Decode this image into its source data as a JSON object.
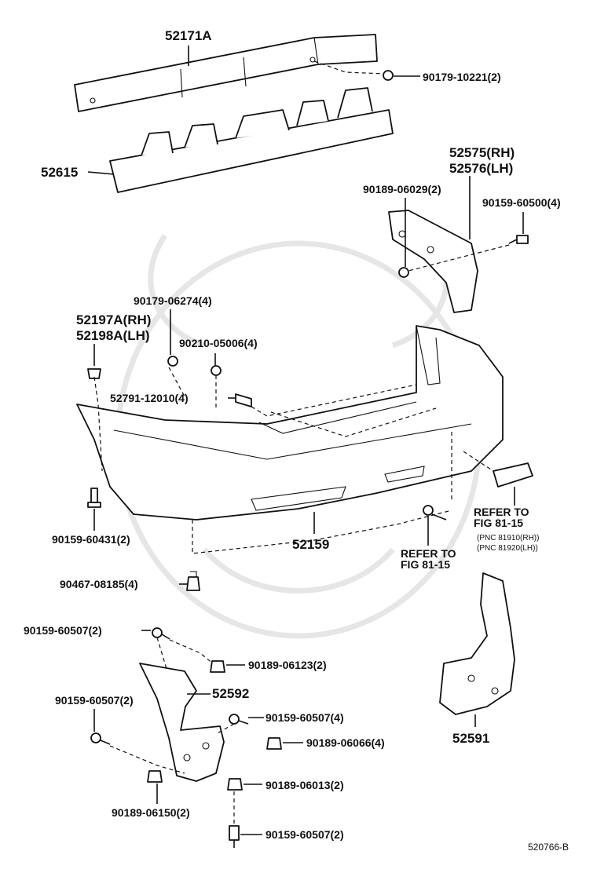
{
  "labels": {
    "p52171A": "52171A",
    "p90179_10221": "90179-10221(2)",
    "p52615": "52615",
    "p52575": "52575(RH)",
    "p52576": "52576(LH)",
    "p90189_06029": "90189-06029(2)",
    "p90159_60500": "90159-60500(4)",
    "p90179_06274": "90179-06274(4)",
    "p52197A": "52197A(RH)",
    "p52198A": "52198A(LH)",
    "p90210_05006": "90210-05006(4)",
    "p52791_12010": "52791-12010(4)",
    "p90159_60431": "90159-60431(2)",
    "p52159": "52159",
    "refer1_line1": "REFER TO",
    "refer1_line2": "FIG 81-15",
    "pnc_rh": "(PNC 81910(RH))",
    "pnc_lh": "(PNC 81920(LH))",
    "refer2_line1": "REFER TO",
    "refer2_line2": "FIG 81-15",
    "p90467_08185": "90467-08185(4)",
    "p90159_60507_a": "90159-60507(2)",
    "p90189_06123": "90189-06123(2)",
    "p52592": "52592",
    "p90159_60507_b": "90159-60507(2)",
    "p90159_60507_c": "90159-60507(4)",
    "p90189_06066": "90189-06066(4)",
    "p52591": "52591",
    "p90189_06013": "90189-06013(2)",
    "p90189_06150": "90189-06150(2)",
    "p90159_60507_d": "90159-60507(2)",
    "figure_code": "520766-B"
  }
}
